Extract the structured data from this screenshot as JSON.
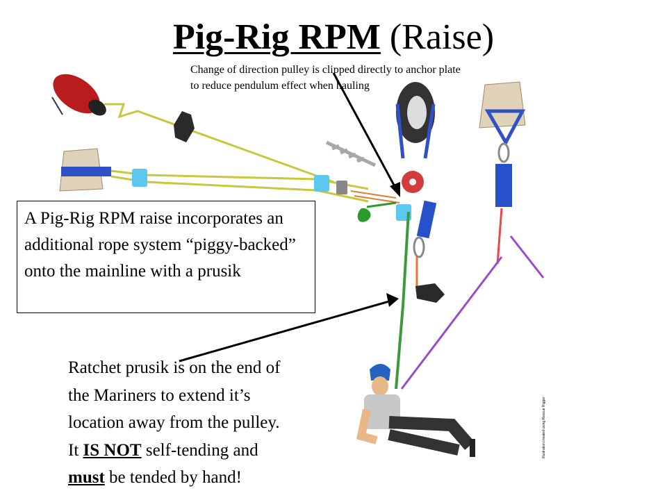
{
  "title": {
    "bold": "Pig-Rig RPM",
    "rest": " (Raise)"
  },
  "note_top": "Change of direction pulley is clipped directly to anchor plate to reduce pendulum effect when hauling",
  "box_text": "A Pig-Rig RPM raise incorporates an additional rope system “piggy-backed” onto the mainline with a prusik",
  "caption": {
    "l1": "Ratchet prusik is on the end of",
    "l2": "the Mariners to extend it’s",
    "l3": "location away from the pulley.",
    "l4_a": "It ",
    "l4_b": "IS NOT",
    "l4_c": " self-tending and",
    "l5_a": "must",
    "l5_b": " be tended by hand!"
  },
  "credit": "Illustration created using Rescue Rigger",
  "colors": {
    "rope_yellow": "#c8c83c",
    "rope_green": "#3c9a3c",
    "rope_purple": "#9a4cc8",
    "sling_blue": "#2850c8",
    "pulley_red": "#d23c3c",
    "accent_cyan": "#5cc8f0"
  }
}
